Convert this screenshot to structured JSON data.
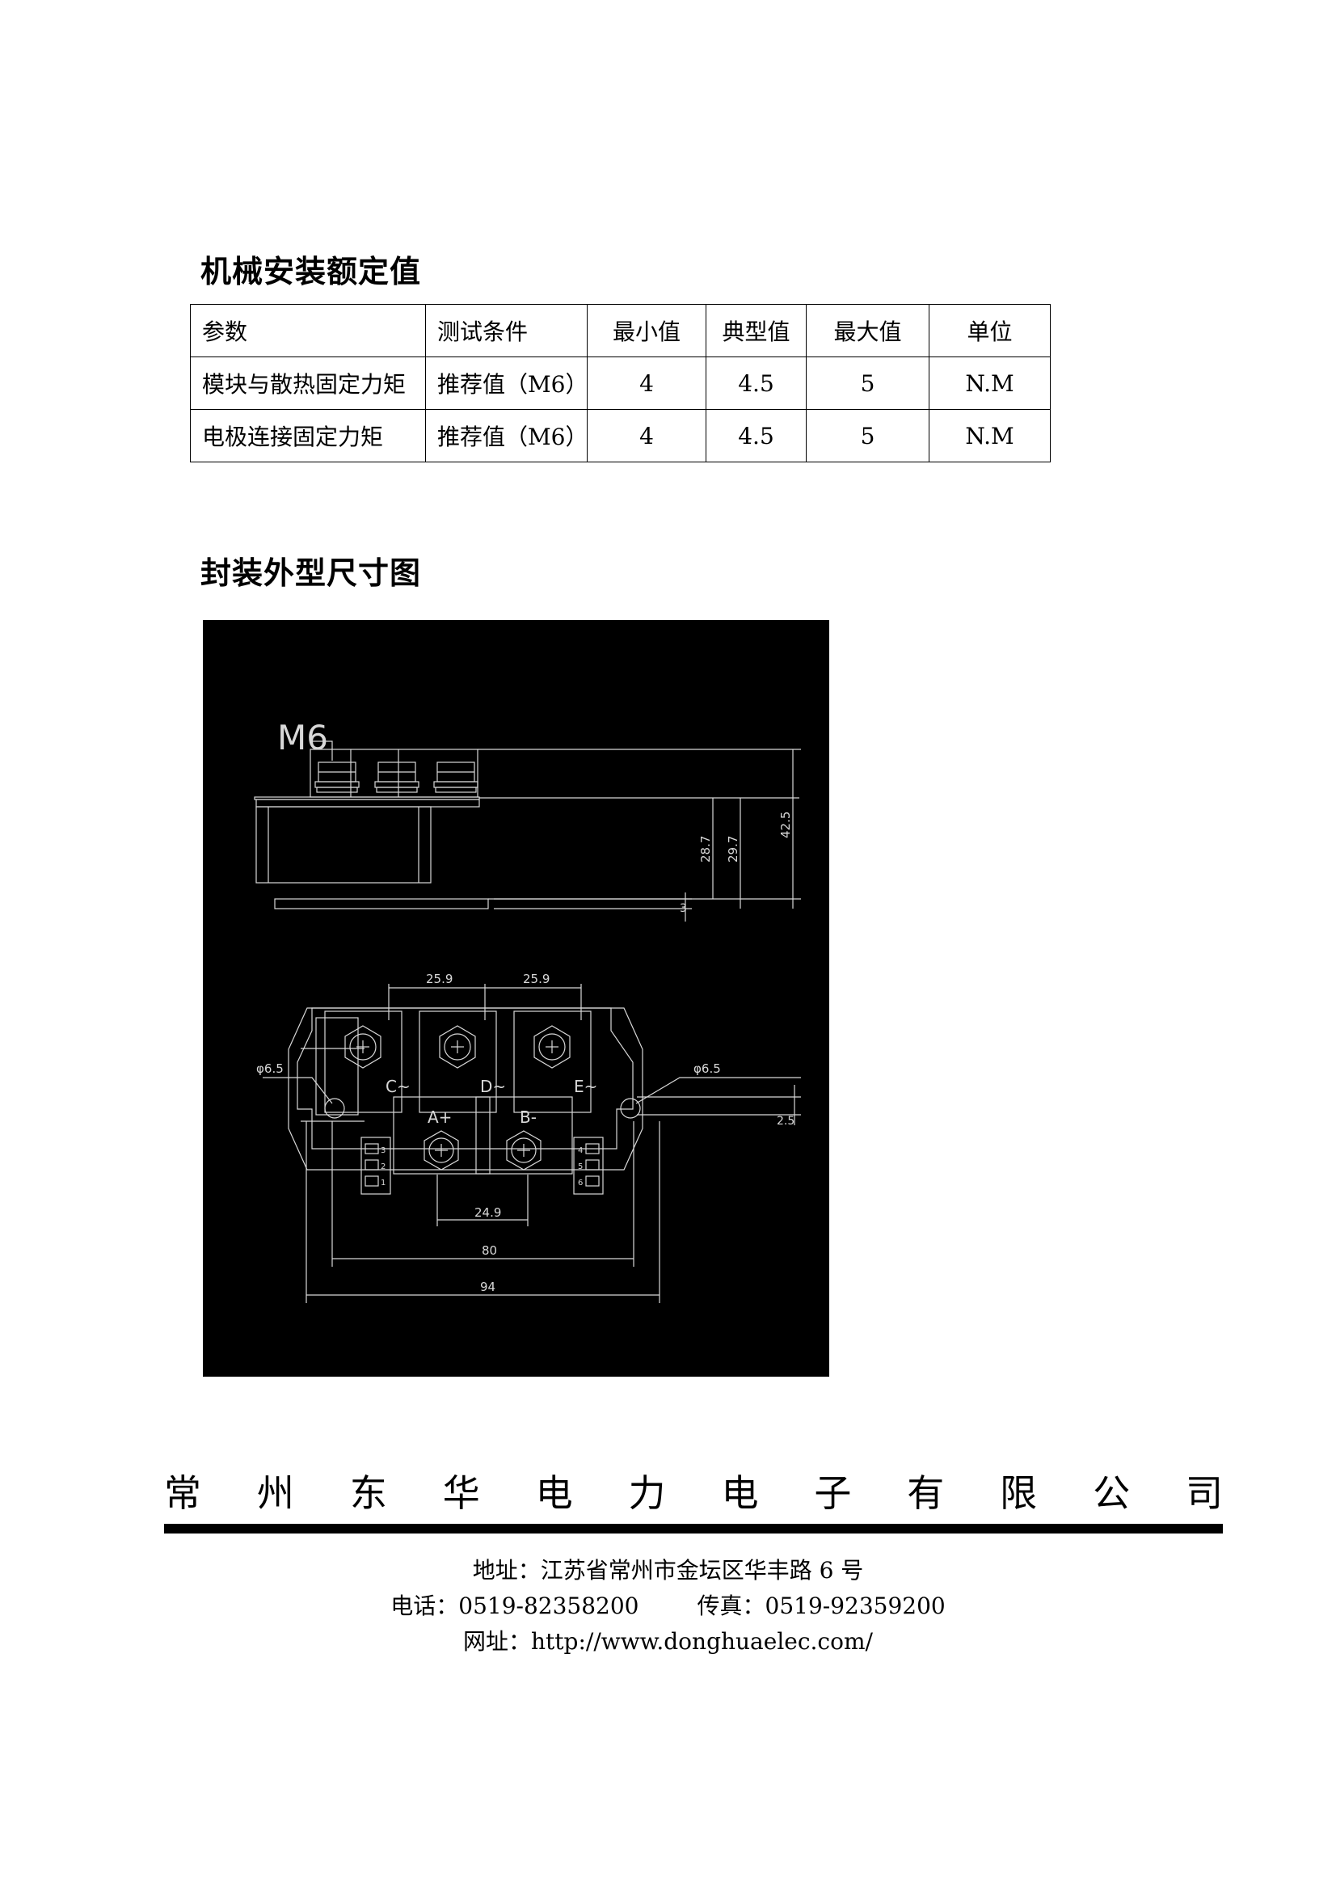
{
  "section_mech": {
    "title": "机械安装额定值"
  },
  "table": {
    "headers": [
      "参数",
      "测试条件",
      "最小值",
      "典型值",
      "最大值",
      "单位"
    ],
    "rows": [
      [
        "模块与散热固定力矩",
        "推荐值（M6）",
        "4",
        "4.5",
        "5",
        "N.M"
      ],
      [
        "电极连接固定力矩",
        "推荐值（M6）",
        "4",
        "4.5",
        "5",
        "N.M"
      ]
    ]
  },
  "section_pkg": {
    "title": "封装外型尺寸图"
  },
  "drawing": {
    "thread": "M6",
    "dim_side": [
      "3",
      "28.7",
      "29.7",
      "42.5"
    ],
    "dim_pitch_1": "25.9",
    "dim_pitch_2": "25.9",
    "hole_left": "φ6.5",
    "hole_right": "φ6.5",
    "dim_slot": "2.5",
    "terminal_c": "C~",
    "terminal_d": "D~",
    "terminal_e": "E~",
    "terminal_a": "A+",
    "terminal_b": "B-",
    "pins_left": [
      "3",
      "2",
      "1"
    ],
    "pins_right": [
      "4",
      "5",
      "6"
    ],
    "dim_ab": "24.9",
    "dim_80": "80",
    "dim_94": "94"
  },
  "footer": {
    "company_chars": [
      "常",
      "州",
      "东",
      "华",
      "电",
      "力",
      "电",
      "子",
      "有",
      "限",
      "公",
      "司"
    ],
    "address": "地址：江苏省常州市金坛区华丰路 6 号",
    "phone": "电话：0519-82358200",
    "fax": "传真：0519-92359200",
    "website": "网址：http://www.donghuaelec.com/"
  }
}
